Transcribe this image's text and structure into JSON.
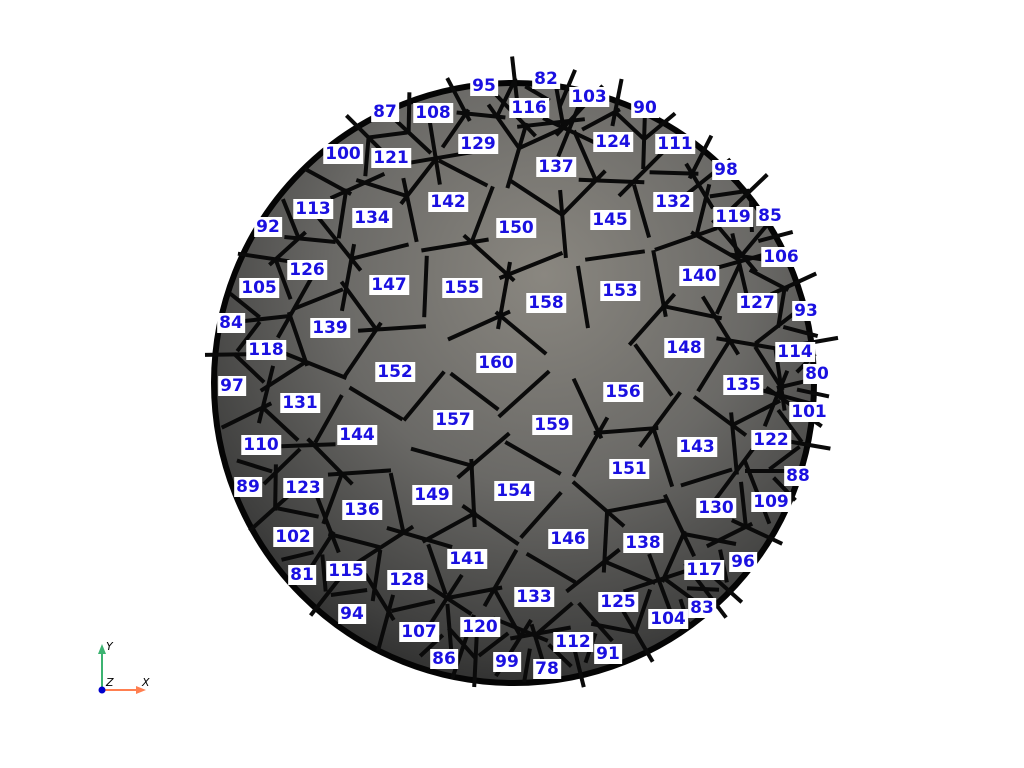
{
  "scene": {
    "background": "#ffffff",
    "sphere_colors": {
      "light": "#8a8780",
      "mid": "#5a5a58",
      "dark": "#262626",
      "edge": "#050505"
    },
    "label_color": "#1a10e0"
  },
  "labels": [
    "95",
    "82",
    "103",
    "90",
    "87",
    "108",
    "116",
    "124",
    "111",
    "100",
    "121",
    "129",
    "137",
    "98",
    "132",
    "119",
    "85",
    "92",
    "113",
    "134",
    "142",
    "150",
    "145",
    "106",
    "126",
    "140",
    "127",
    "105",
    "147",
    "155",
    "158",
    "153",
    "93",
    "84",
    "139",
    "148",
    "114",
    "118",
    "160",
    "80",
    "152",
    "135",
    "97",
    "156",
    "101",
    "131",
    "157",
    "159",
    "122",
    "144",
    "143",
    "110",
    "151",
    "88",
    "89",
    "123",
    "149",
    "154",
    "109",
    "136",
    "130",
    "146",
    "138",
    "102",
    "141",
    "96",
    "117",
    "81",
    "115",
    "128",
    "133",
    "125",
    "83",
    "94",
    "104",
    "120",
    "107",
    "112",
    "91",
    "86",
    "99",
    "78"
  ],
  "axes_widget": {
    "y_label": "Y",
    "z_label": "Z",
    "x_label": "X",
    "colors": {
      "y": "#3cb371",
      "x": "#ff7f50",
      "z": "#0000cd"
    }
  }
}
